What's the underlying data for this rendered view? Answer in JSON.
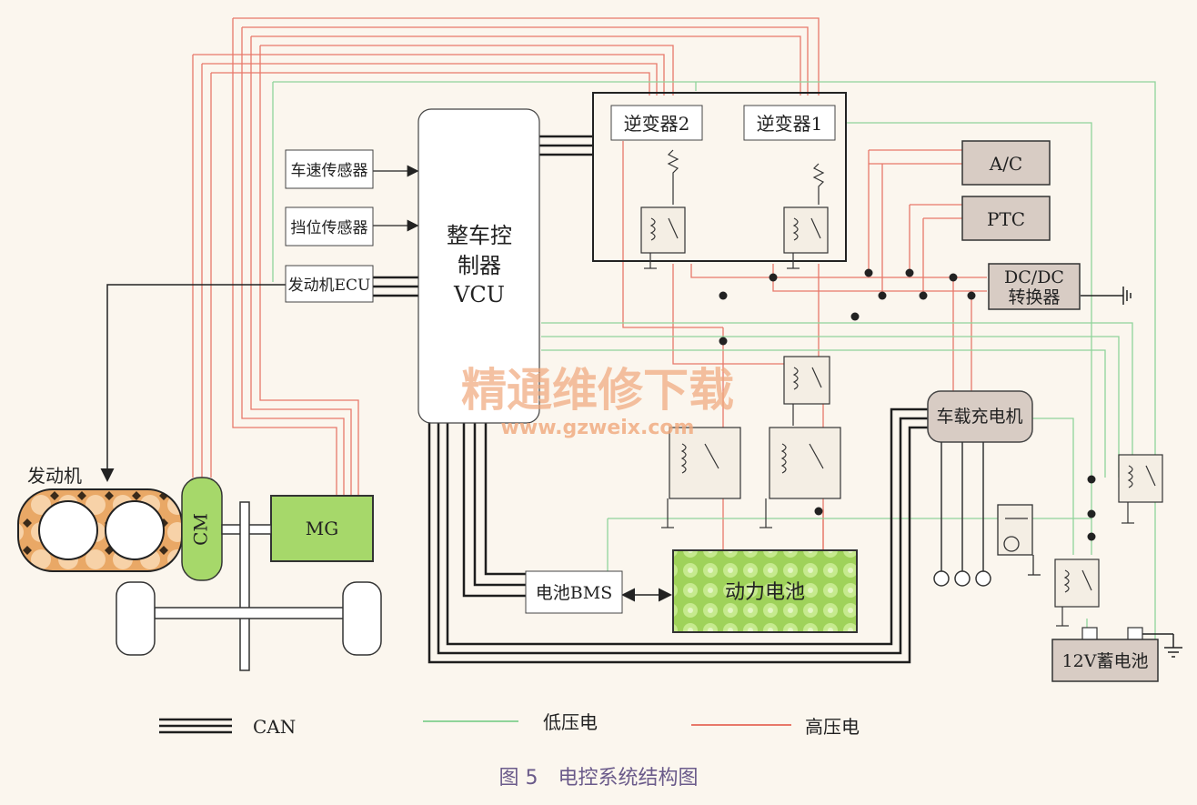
{
  "components": {
    "inverter2": "逆变器2",
    "inverter1": "逆变器1",
    "ac": "A/C",
    "ptc": "PTC",
    "dcdc_line1": "DC/DC",
    "dcdc_line2": "转换器",
    "speed_sensor": "车速传感器",
    "gear_sensor": "挡位传感器",
    "engine_ecu": "发动机ECU",
    "vcu_line1": "整车控",
    "vcu_line2": "制器",
    "vcu_line3": "VCU",
    "engine": "发动机",
    "cm": "CM",
    "mg": "MG",
    "bms": "电池BMS",
    "power_battery": "动力电池",
    "charger": "车载充电机",
    "battery12v": "12V蓄电池"
  },
  "watermark": {
    "cn": "精通维修下载",
    "url": "www.gzweix.com"
  },
  "legend": {
    "can": "CAN",
    "low_voltage": "低压电",
    "high_voltage": "高压电"
  },
  "caption": "图 5　电控系统结构图",
  "colors": {
    "high_voltage": "#e8786a",
    "low_voltage": "#8fd49a",
    "can": "#1e1e1e",
    "mg_fill": "#a6d86a",
    "battery_fill": "#9fd25a",
    "grey_box": "#d8ccc4",
    "watermark": "#f0a77a",
    "caption": "#6a5a8a"
  }
}
